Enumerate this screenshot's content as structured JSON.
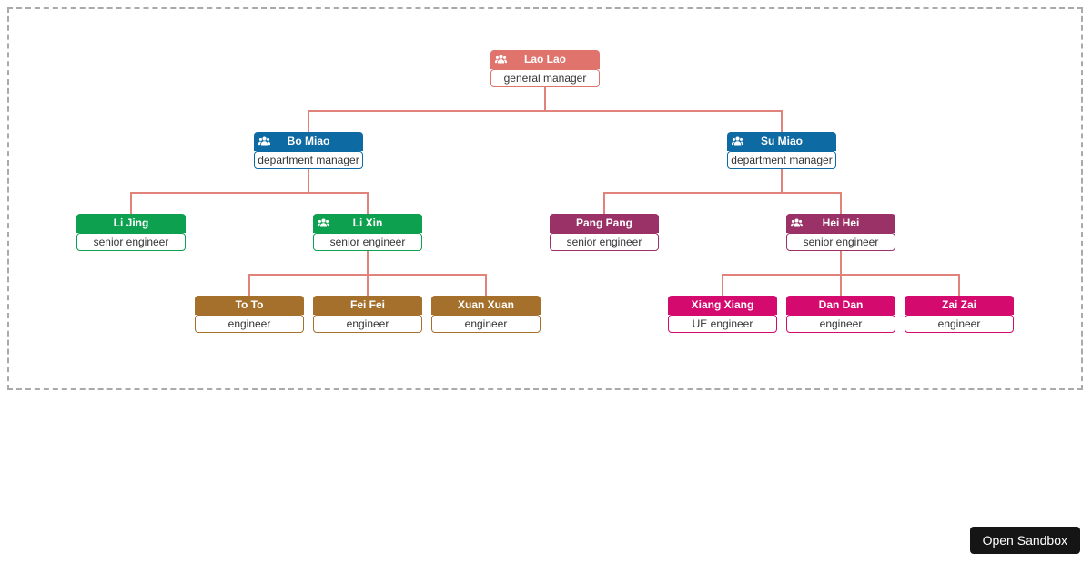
{
  "colors": {
    "connector": "#e1837b",
    "dashed_border": "#aaaaaa",
    "page_background": "#ffffff",
    "node_text": "#ffffff",
    "role_text": "#333333",
    "salmon": "#e0736c",
    "blue": "#0e6aa3",
    "green": "#0ca04f",
    "magenta": "#9a3167",
    "brown": "#a5702c",
    "pink": "#d40a6e"
  },
  "sandbox": {
    "open_button_label": "Open Sandbox",
    "button_bg": "#151515",
    "button_text": "#ffffff"
  },
  "orgchart": {
    "root": {
      "name": "Lao Lao",
      "title": "general manager",
      "color": "#e0736c",
      "icon": "users",
      "children": [
        {
          "name": "Bo Miao",
          "title": "department manager",
          "color": "#0e6aa3",
          "icon": "users",
          "children": [
            {
              "name": "Li Jing",
              "title": "senior engineer",
              "color": "#0ca04f"
            },
            {
              "name": "Li Xin",
              "title": "senior engineer",
              "color": "#0ca04f",
              "icon": "users",
              "children": [
                {
                  "name": "To To",
                  "title": "engineer",
                  "color": "#a5702c"
                },
                {
                  "name": "Fei Fei",
                  "title": "engineer",
                  "color": "#a5702c"
                },
                {
                  "name": "Xuan Xuan",
                  "title": "engineer",
                  "color": "#a5702c"
                }
              ]
            }
          ]
        },
        {
          "name": "Su Miao",
          "title": "department manager",
          "color": "#0e6aa3",
          "icon": "users",
          "children": [
            {
              "name": "Pang Pang",
              "title": "senior engineer",
              "color": "#9a3167"
            },
            {
              "name": "Hei Hei",
              "title": "senior engineer",
              "color": "#9a3167",
              "icon": "users",
              "children": [
                {
                  "name": "Xiang Xiang",
                  "title": "UE engineer",
                  "color": "#d40a6e"
                },
                {
                  "name": "Dan Dan",
                  "title": "engineer",
                  "color": "#d40a6e"
                },
                {
                  "name": "Zai Zai",
                  "title": "engineer",
                  "color": "#d40a6e"
                }
              ]
            }
          ]
        }
      ]
    }
  }
}
